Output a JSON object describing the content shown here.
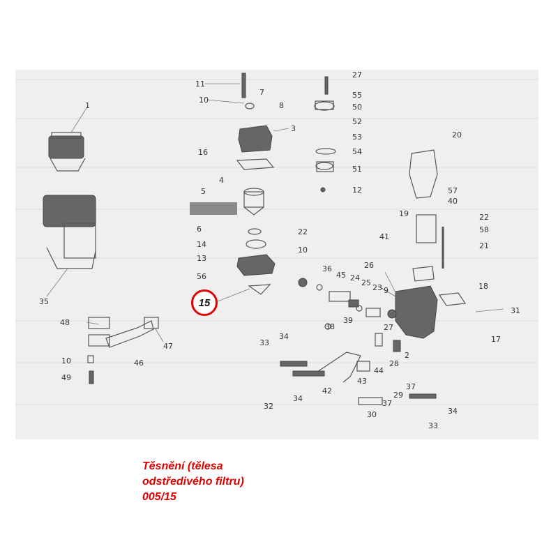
{
  "diagram": {
    "part_numbers": {
      "n1": "1",
      "n2": "2",
      "n3": "3",
      "n4": "4",
      "n5": "5",
      "n6": "6",
      "n7": "7",
      "n8": "8",
      "n9": "9",
      "n10a": "10",
      "n10b": "10",
      "n10c": "10",
      "n11": "11",
      "n12": "12",
      "n13": "13",
      "n14": "14",
      "n16": "16",
      "n17": "17",
      "n18": "18",
      "n19": "19",
      "n20": "20",
      "n21": "21",
      "n22a": "22",
      "n22b": "22",
      "n23": "23",
      "n24": "24",
      "n25": "25",
      "n26": "26",
      "n27": "27",
      "n28": "28",
      "n29": "29",
      "n30": "30",
      "n31": "31",
      "n32": "32",
      "n33a": "33",
      "n33b": "33",
      "n34a": "34",
      "n34b": "34",
      "n34c": "34",
      "n35": "35",
      "n36": "36",
      "n37a": "37",
      "n37b": "37",
      "n38": "38",
      "n39": "39",
      "n40": "40",
      "n41": "41",
      "n42": "42",
      "n43": "43",
      "n44": "44",
      "n45": "45",
      "n46": "46",
      "n47": "47",
      "n48": "48",
      "n49": "49",
      "n50": "50",
      "n51": "51",
      "n52": "52",
      "n53": "53",
      "n54": "54",
      "n55": "55",
      "n56": "56",
      "n57": "57",
      "n58": "58"
    },
    "highlighted_part": "15"
  },
  "caption": {
    "line1": "Těsnění (tělesa",
    "line2": "odstředivého filtru)",
    "line3": "005/15"
  },
  "colors": {
    "highlight": "#e00000",
    "sheet": "#efefed"
  }
}
